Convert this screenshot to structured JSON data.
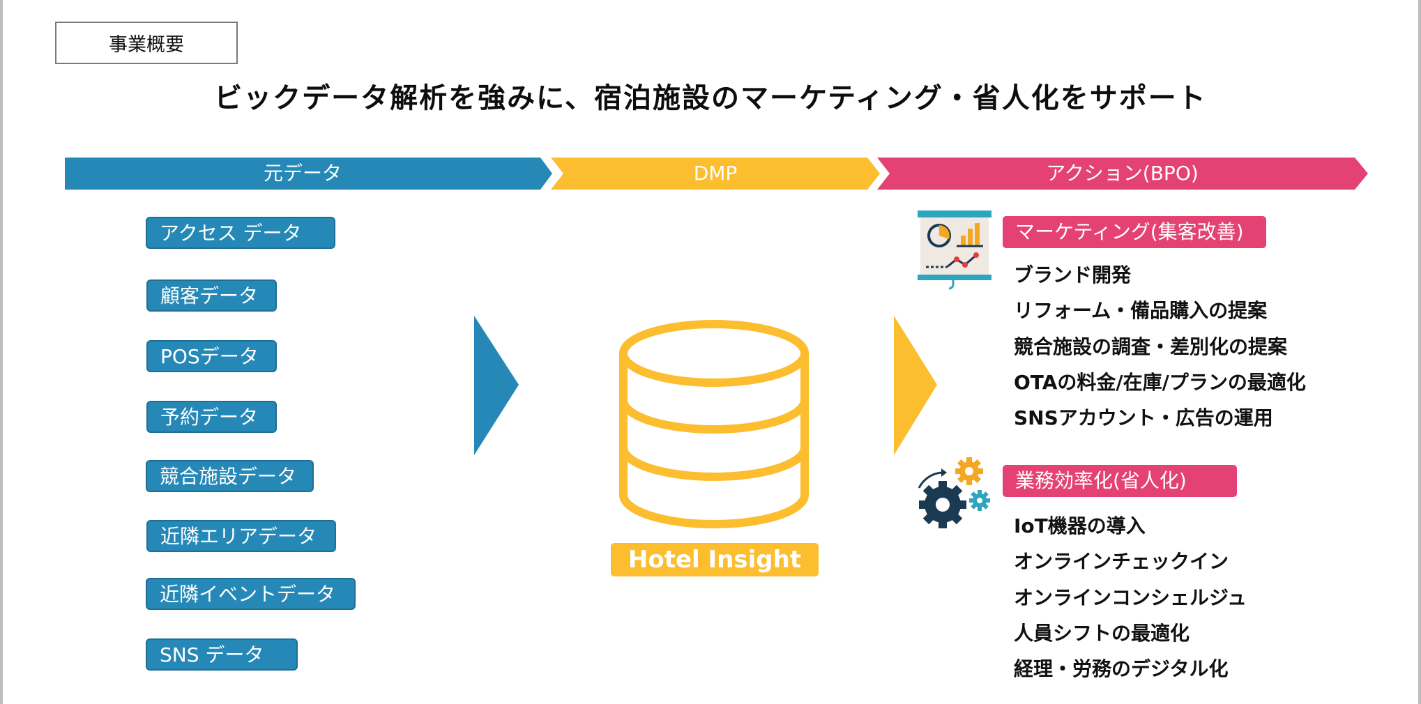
{
  "overview_label": "事業概要",
  "title": "ビックデータ解析を強みに、宿泊施設のマーケティング・省人化をサポート",
  "phases": [
    {
      "label": "元データ",
      "color": "#2588b6"
    },
    {
      "label": "DMP",
      "color": "#fcbd2e"
    },
    {
      "label": "アクション(BPO)",
      "color": "#e44174"
    }
  ],
  "source_data": [
    "アクセス データ",
    "顧客データ",
    "POSデータ",
    "予約データ",
    "競合施設データ",
    "近隣エリアデータ",
    "近隣イベントデータ",
    "SNS データ"
  ],
  "dmp": {
    "label": "Hotel Insight",
    "color": "#fcbd2e"
  },
  "actions": {
    "marketing": {
      "label": "マーケティング(集客改善)",
      "icon": "presentation-chart-icon",
      "items": [
        "ブランド開発",
        "リフォーム・備品購入の提案",
        "競合施設の調査・差別化の提案",
        "OTAの料金/在庫/プランの最適化",
        "SNSアカウント・広告の運用"
      ]
    },
    "efficiency": {
      "label": "業務効率化(省人化)",
      "icon": "gears-icon",
      "items": [
        "IoT機器の導入",
        "オンラインチェックイン",
        "オンラインコンシェルジュ",
        "人員シフトの最適化",
        "経理・労務のデジタル化"
      ]
    }
  }
}
